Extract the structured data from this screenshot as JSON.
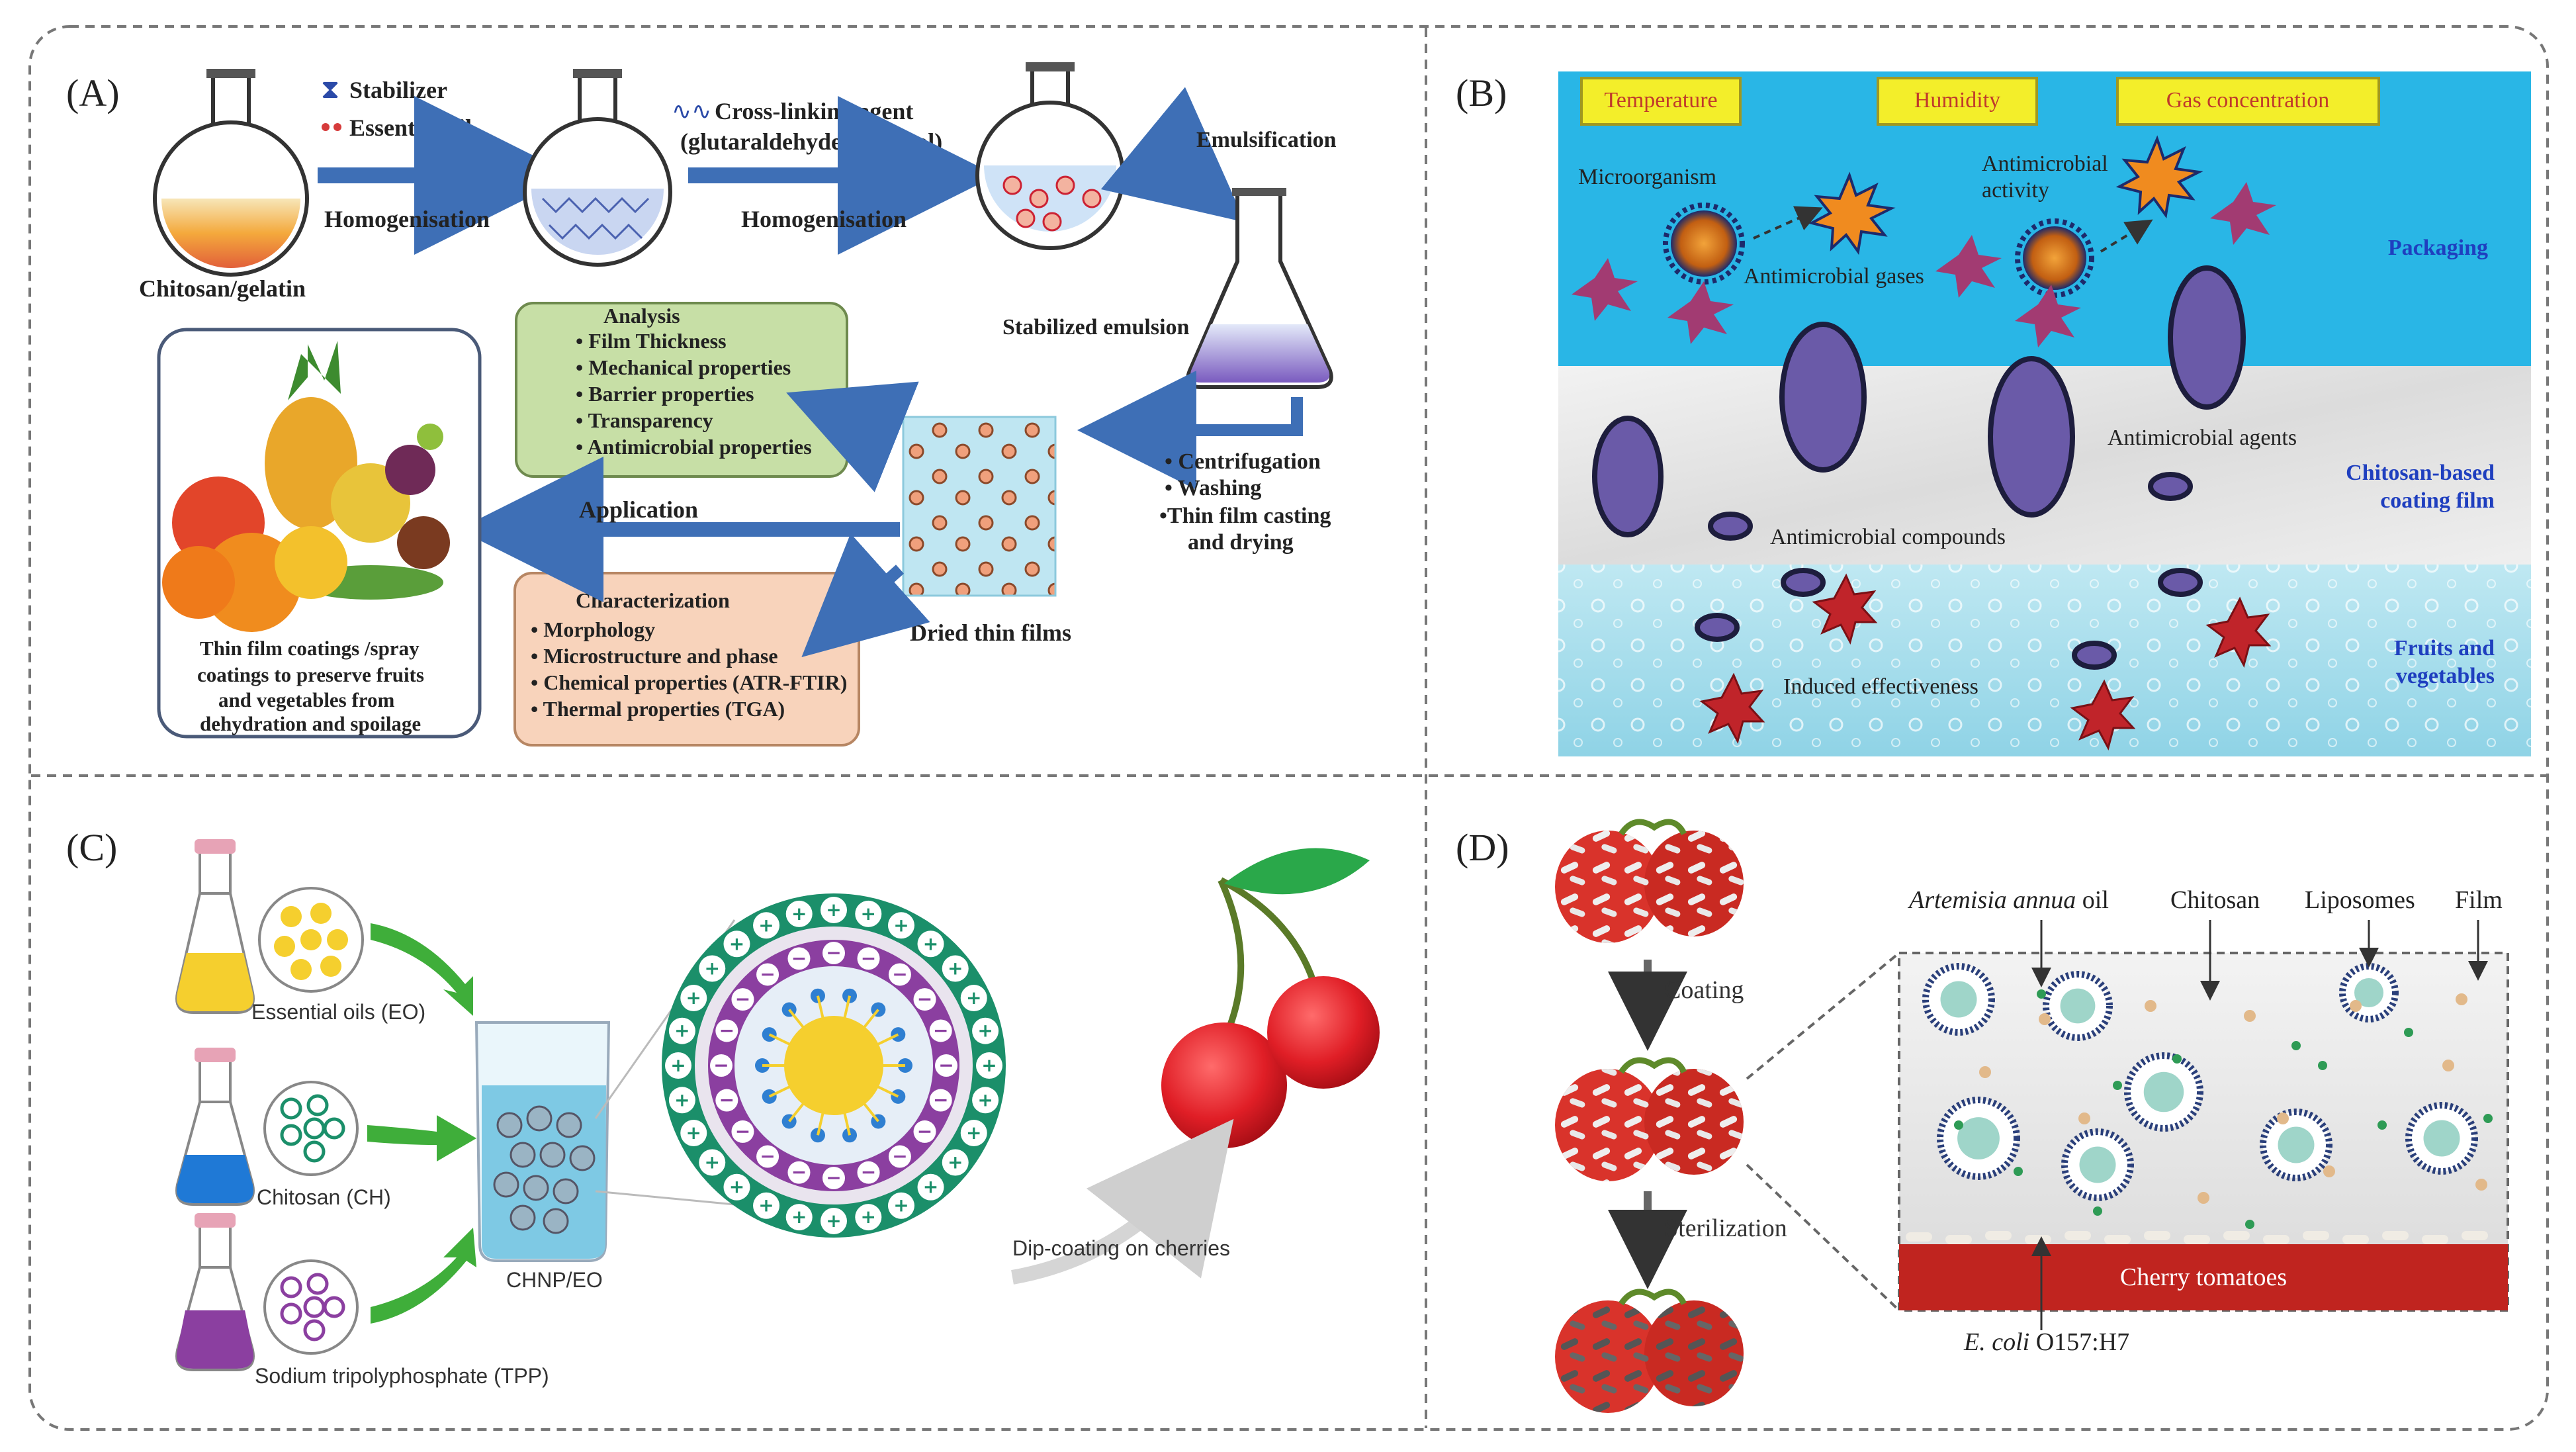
{
  "panels": {
    "a": {
      "label": "(A)",
      "legend": {
        "stabilizer": "Stabilizer",
        "essential_oil": "Essential oil"
      },
      "chitosan_gelatin": "Chitosan/gelatin",
      "homogenisation_1": "Homogenisation",
      "crosslinker_line1": "Cross-linking agent",
      "crosslinker_line2": "(glutaraldehyde/ glycerol)",
      "homogenisation_2": "Homogenisation",
      "emulsification": "Emulsification",
      "stabilized_emulsion": "Stabilized emulsion",
      "analysis": {
        "title": "Analysis",
        "items": [
          "• Film Thickness",
          "• Mechanical properties",
          "• Barrier properties",
          "• Transparency",
          "• Antimicrobial properties"
        ]
      },
      "processing": [
        "• Centrifugation",
        "• Washing",
        "•Thin film casting",
        "and drying"
      ],
      "application": "Application",
      "dried_thin_films": "Dried thin films",
      "characterization": {
        "title": "Characterization",
        "items": [
          "• Morphology",
          "• Microstructure and phase",
          "• Chemical properties (ATR-FTIR)",
          "• Thermal properties (TGA)"
        ]
      },
      "fruit_caption": [
        "Thin film coatings /spray",
        "coatings to preserve fruits",
        "and vegetables from",
        "dehydration and spoilage"
      ]
    },
    "b": {
      "label": "(B)",
      "tags": [
        "Temperature",
        "Humidity",
        "Gas concentration"
      ],
      "microorganism": "Microorganism",
      "antimicrobial_activity": [
        "Antimicrobial",
        "activity"
      ],
      "antimicrobial_gases": "Antimicrobial gases",
      "antimicrobial_agents": "Antimicrobial agents",
      "antimicrobial_compounds": "Antimicrobial compounds",
      "induced_effectiveness": "Induced effectiveness",
      "layer_packaging": "Packaging",
      "layer_coating": [
        "Chitosan-based",
        "coating film"
      ],
      "layer_fruits": [
        "Fruits and",
        "vegetables"
      ],
      "colors": {
        "packaging": "#29b6e6",
        "accent_text": "#1f3fbf",
        "tag_fill": "#f3ee2a",
        "tag_text": "#c0392b"
      }
    },
    "c": {
      "label": "(C)",
      "essential_oils": "Essential oils (EO)",
      "chitosan": "Chitosan (CH)",
      "tpp": "Sodium tripolyphosphate (TPP)",
      "chnp_eo": "CHNP/EO",
      "dip_coating": "Dip-coating on cherries",
      "colors": {
        "oil": "#f5cf2e",
        "chitosan": "#1b8f6a",
        "tpp": "#8b3fa0",
        "arrow": "#3fae3a"
      }
    },
    "d": {
      "label": "(D)",
      "coating": "Coating",
      "sterilization": "Sterilization",
      "artemisia": "Artemisia annua",
      "oil": " oil",
      "chitosan": "Chitosan",
      "liposomes": "Liposomes",
      "film": "Film",
      "cherry_tomatoes": "Cherry tomatoes",
      "ecoli": "E. coli",
      "ecoli_strain": " O157:H7",
      "colors": {
        "tomato": "#d9332b",
        "base": "#c0241f"
      }
    }
  }
}
